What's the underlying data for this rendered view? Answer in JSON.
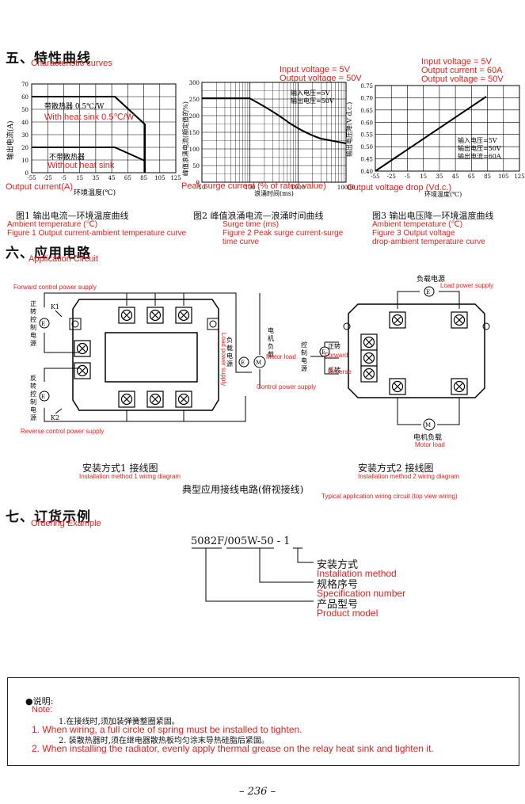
{
  "sections": {
    "s5": {
      "cn": "五、特性曲线",
      "en": "Characteristic curves"
    },
    "s6": {
      "cn": "六、应用电路",
      "en": "Application Circuit"
    },
    "s7": {
      "cn": "七、订货示例",
      "en": "Ordering Example"
    }
  },
  "fig1": {
    "ylabel_cn": "输出电流(A)",
    "ylabel_en": "Output current(A)",
    "xlabel_cn": "环境温度(℃)",
    "xticks": [
      "-55",
      "-25",
      "-5",
      "15",
      "35",
      "45",
      "65",
      "85",
      "105",
      "125"
    ],
    "yticks": [
      "0",
      "10",
      "20",
      "30",
      "40",
      "50",
      "60",
      "70"
    ],
    "curve_hs_cn": "带散热器 0.5℃/W",
    "curve_hs_en": "With heat sink 0.5℃/W",
    "curve_nohs_cn": "不带散热器",
    "curve_nohs_en": "Without heat sink",
    "cap_cn": "图1   输出电流—环境温度曲线",
    "cap_en1": "Ambient temperature (℃)",
    "cap_en2": "Figure 1 Output current-ambient temperature curve"
  },
  "fig2": {
    "ylabel_cn": "峰值浪涌电流(额定值的%)",
    "ylabel_en": "Peak surge current (% of rated value)",
    "xlabel_cn": "浪涌时间(ms)",
    "xticks": [
      "10",
      "100",
      "1000",
      "10000"
    ],
    "yticks": [
      "0",
      "50",
      "100",
      "150",
      "200",
      "250",
      "300"
    ],
    "legend1": "输入电压=5V",
    "legend2": "输出电压=50V",
    "red1": "Input voltage = 5V",
    "red2": "Output voltage = 50V",
    "cap_cn": "图2   峰值浪涌电流—浪涌时间曲线",
    "cap_en1": "Surge time (ms)",
    "cap_en2": "Figure 2 Peak surge current-surge",
    "cap_en3": "time curve"
  },
  "fig3": {
    "ylabel_cn": "输出电压降(V d.c.)",
    "ylabel_en": "Output voltage drop (Vd.c.)",
    "xlabel_cn": "环境温度(℃)",
    "xticks": [
      "-55",
      "-25",
      "-5",
      "15",
      "35",
      "45",
      "65",
      "85",
      "105",
      "125"
    ],
    "yticks": [
      "0.40",
      "0.45",
      "0.50",
      "0.55",
      "0.60",
      "0.65",
      "0.70",
      "0.75"
    ],
    "legend1": "输入电压=5V",
    "legend2": "输出电压=50V",
    "legend3": "输出电流=60A",
    "red1": "Input voltage = 5V",
    "red2": "Output current = 60A",
    "red3": "Output voltage = 50V",
    "cap_cn": "图3   输出电压降—环境温度曲线",
    "cap_en1": "Ambient temperature (℃)",
    "cap_en2": "Figure 3 Output voltage",
    "cap_en3": "drop-ambient temperature curve"
  },
  "circuit1": {
    "forward_power": "Forward control power supply",
    "reverse_power": "Reverse control power supply",
    "fwd_cn": "正转控制电源",
    "rev_cn": "反转控制电源",
    "k1": "K1",
    "k2": "K2",
    "load_power_cn": "负载电源",
    "load_power_en": "Load power supply",
    "motor_cn": "电机负载",
    "motor_en": "Motor load",
    "control_en": "Control power supply",
    "cap_cn": "安装方式1   接线图",
    "cap_en": "Installation method 1 wiring diagram"
  },
  "circuit2": {
    "load_power_cn": "负载电源",
    "load_power_en": "Load power supply",
    "ctrl_cn": "控制电源",
    "fwd_cn": "正转",
    "fwd_en": "Forward",
    "rev_cn": "反转",
    "rev_en": "Reverse",
    "motor_cn": "电机负载",
    "motor_en": "Motor load",
    "cap_cn": "安装方式2   接线图",
    "cap_en": "Installation method 2  wiring diagram"
  },
  "typical_cn": "典型应用接线电路(俯视接线)",
  "typical_en": "Typical application wiring circuit (top view wiring)",
  "ordering": {
    "model": "5082F",
    "spec": "/005W-50",
    "dash": "-",
    "install": "1",
    "l1_cn": "安装方式",
    "l1_en": "Installation method",
    "l2_cn": "规格序号",
    "l2_en": "Specification number",
    "l3_cn": "产品型号",
    "l3_en": "Product model"
  },
  "notes": {
    "title_cn": "●说明:",
    "title_en": "Note:",
    "n1_cn": "1.在接线时,须加装弹簧整圈紧固。",
    "n1_en": "1. When wiring, a full circle of spring must be installed to tighten.",
    "n2_cn": "2. 装散热器时,须在继电器散热板均匀涂末导热硅脂后紧固。",
    "n2_en": "2. When installing the radiator, evenly apply thermal grease on the relay heat sink and tighten it."
  },
  "page_number": "– 236 –"
}
